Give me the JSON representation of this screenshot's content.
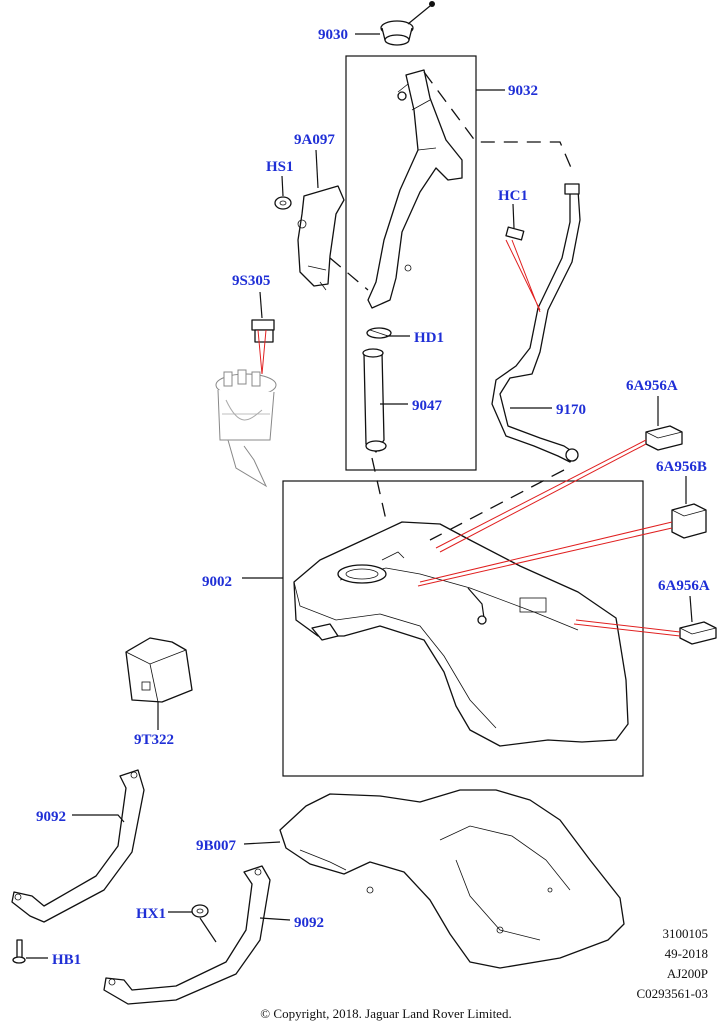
{
  "callouts": {
    "c9030": "9030",
    "c9032": "9032",
    "c9A097": "9A097",
    "cHS1": "HS1",
    "cHC1": "HC1",
    "c9S305": "9S305",
    "cHD1": "HD1",
    "c9047": "9047",
    "c9170": "9170",
    "c6A956A_top": "6A956A",
    "c6A956B": "6A956B",
    "c6A956A_bottom": "6A956A",
    "c9002": "9002",
    "c9T322": "9T322",
    "c9092_left": "9092",
    "c9B007": "9B007",
    "cHX1": "HX1",
    "c9092_right": "9092",
    "cHB1": "HB1"
  },
  "reference": {
    "line1": "3100105",
    "line2": "49-2018",
    "line3": "AJ200P",
    "line4": "C0293561-03"
  },
  "copyright": "© Copyright, 2018. Jaguar Land Rover Limited.",
  "colors": {
    "callout": "#1f2fd6",
    "leader": "#111111",
    "highlight": "#e02020"
  }
}
